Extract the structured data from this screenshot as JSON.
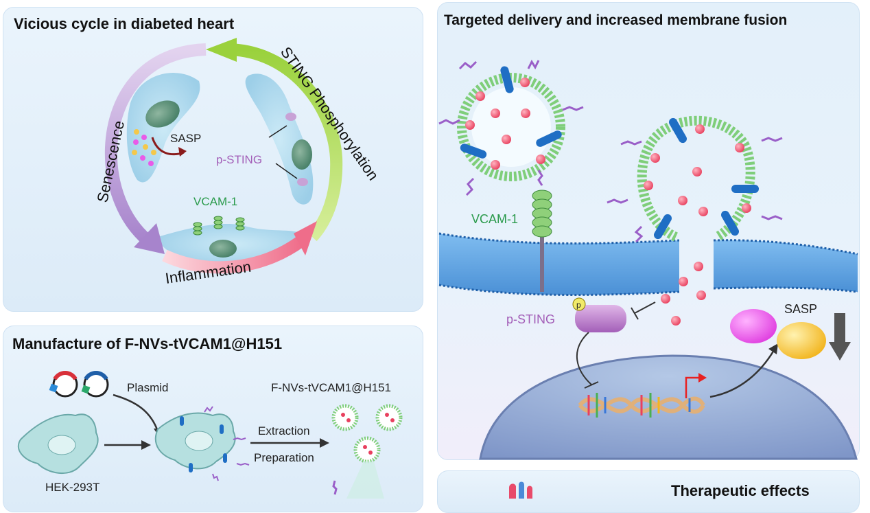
{
  "panels": {
    "cycle": {
      "title": "Vicious cycle in diabeted heart",
      "arc_senescence": "Senescence",
      "arc_sting": "STING Phosphorylation",
      "arc_inflammation": "Inflammation",
      "sasp": "SASP",
      "p_sting": "p-STING",
      "vcam": "VCAM-1"
    },
    "delivery": {
      "title": "Targeted delivery and increased membrane fusion",
      "vcam": "VCAM-1",
      "p_sting": "p-STING",
      "p_badge": "p",
      "sasp": "SASP"
    },
    "manufacture": {
      "title": "Manufacture of F-NVs-tVCAM1@H151",
      "plasmid": "Plasmid",
      "product": "F-NVs-tVCAM1@H151",
      "extraction": "Extraction",
      "preparation": "Preparation",
      "cell_line": "HEK-293T"
    },
    "therapeutic": {
      "title": "Therapeutic effects"
    }
  },
  "colors": {
    "panel_bg": "#e3f0fa",
    "senescence_arc": "#b89ad6",
    "sting_arc": "#9ad13c",
    "inflammation_arc": "#f2a6b4",
    "vcam_green": "#2a9a4b",
    "p_sting_purple": "#a35fb8",
    "cargo_pink": "#e8405e",
    "membrane_blue": "#4a9be0",
    "sasp_magenta": "#e85be8",
    "sasp_yellow": "#f4c84a"
  }
}
